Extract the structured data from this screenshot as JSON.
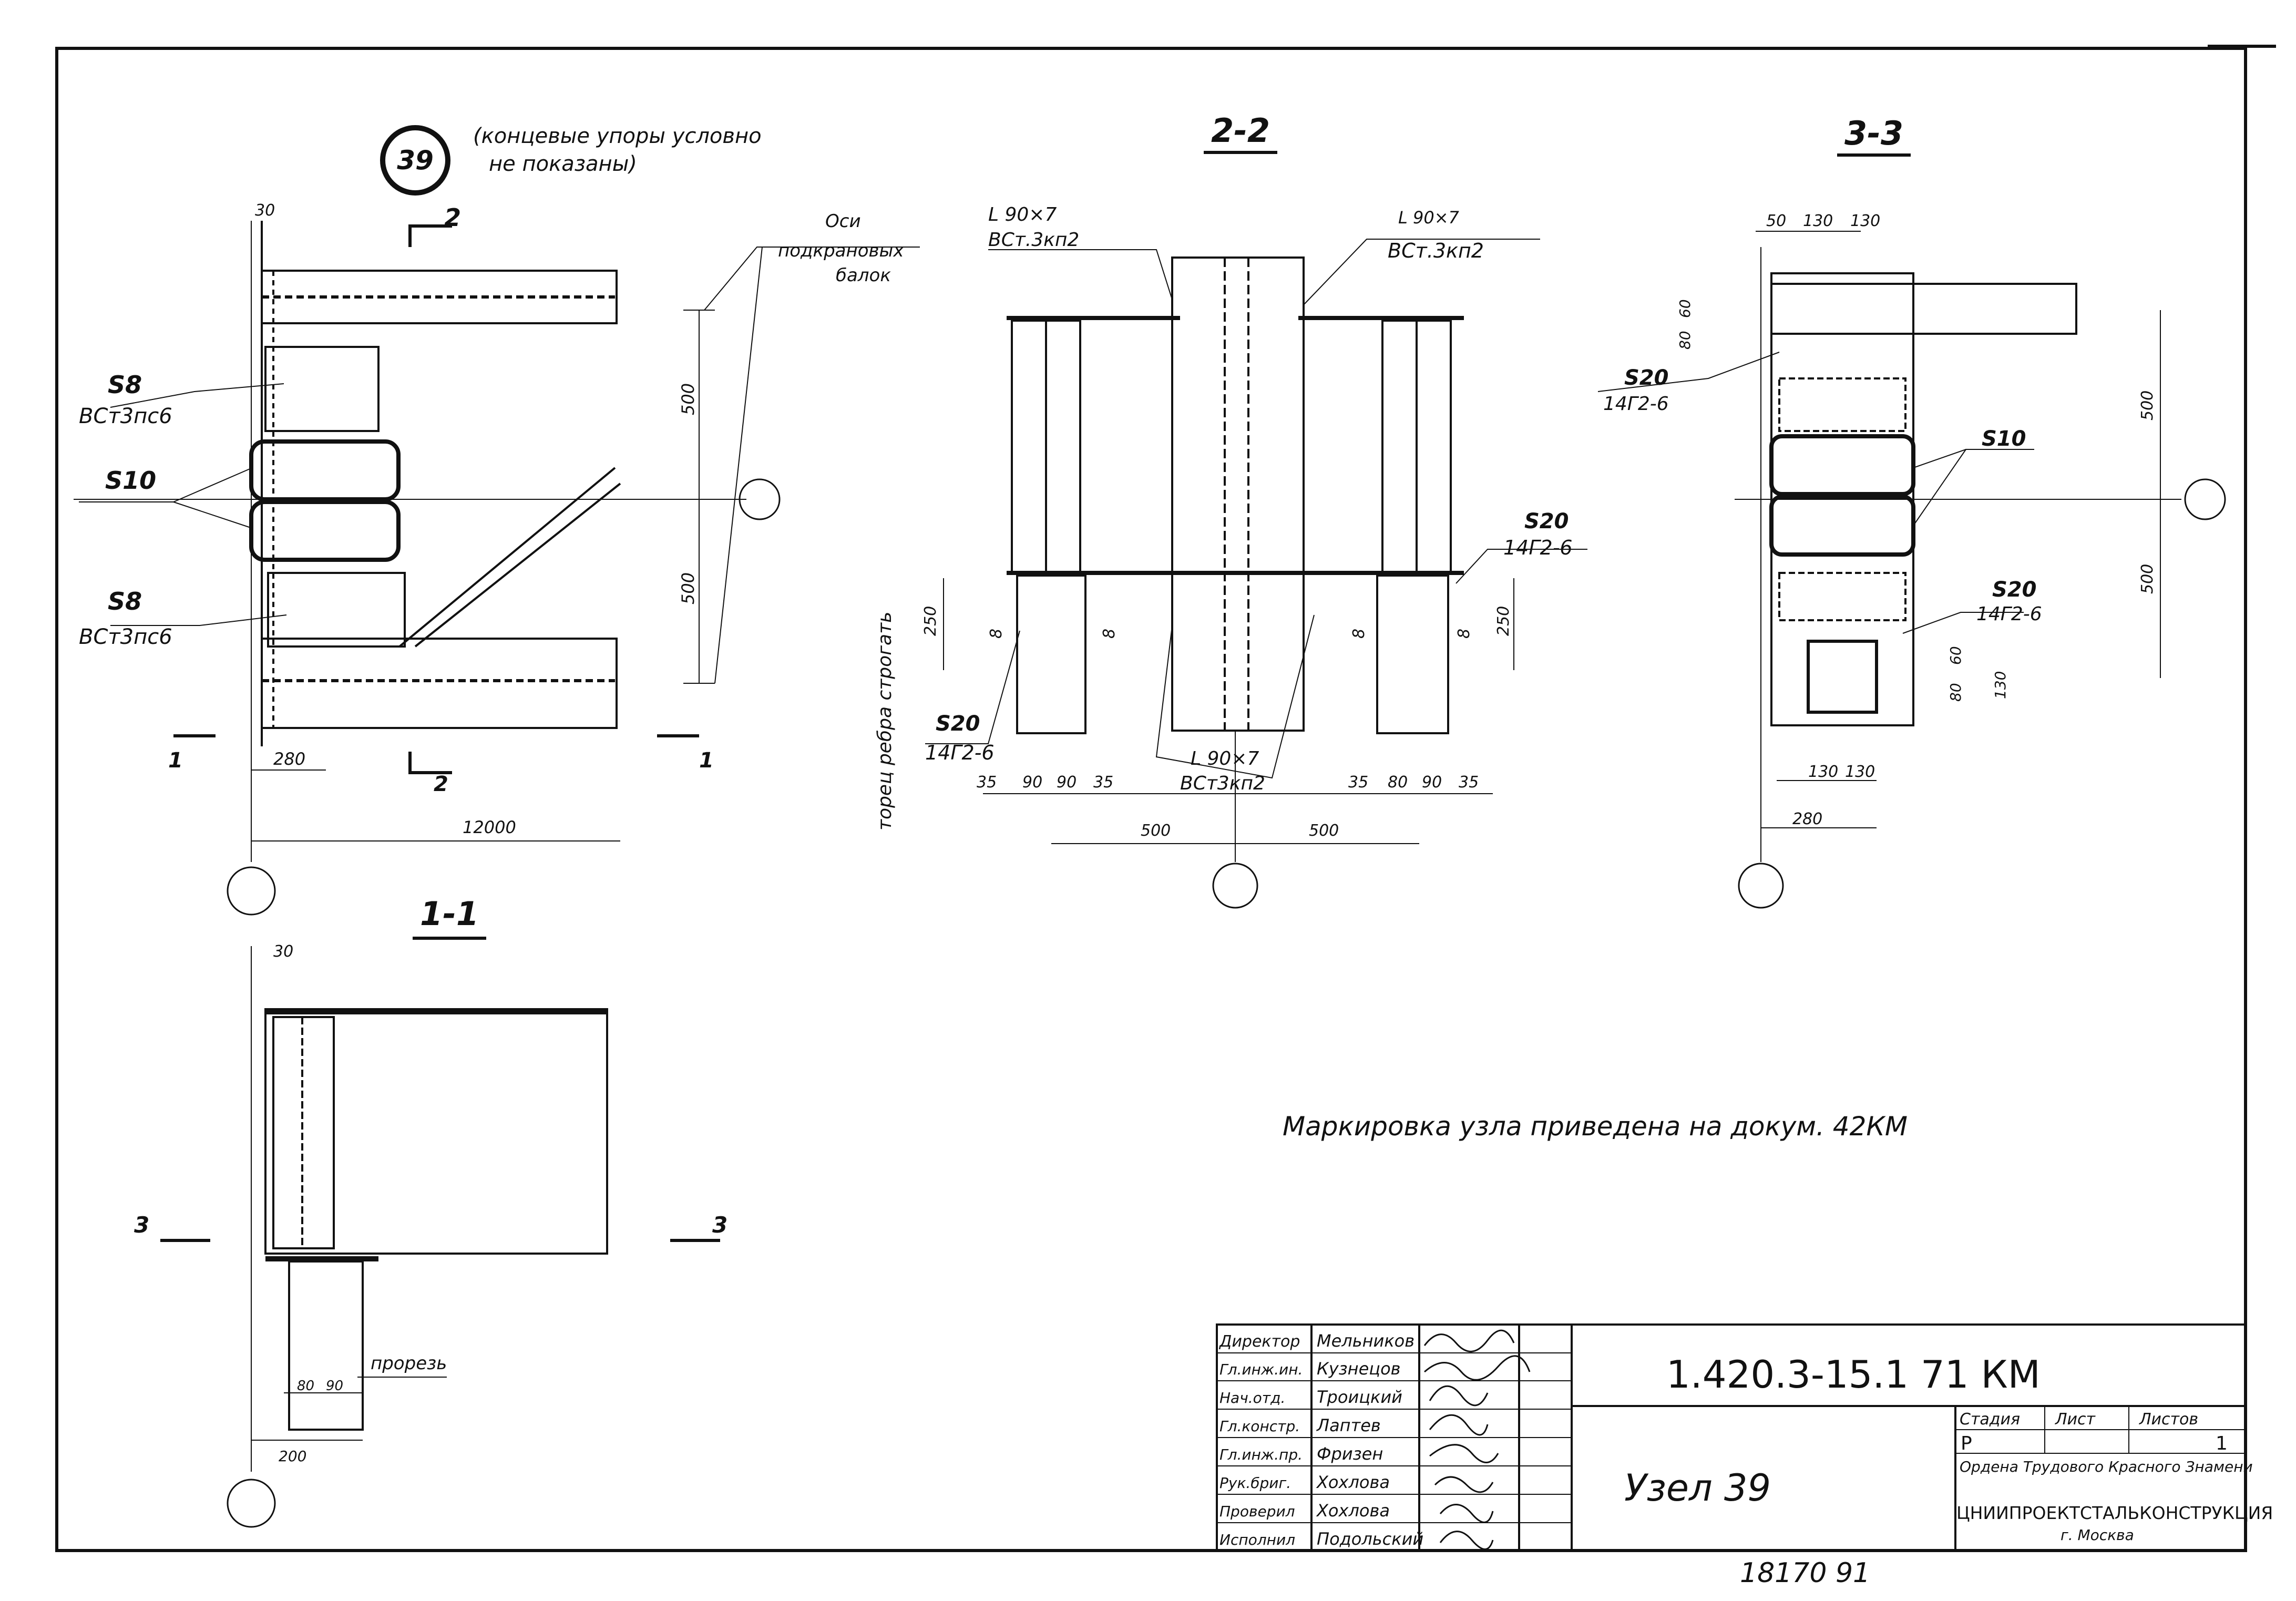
{
  "node": {
    "number": "39",
    "note_line1": "(концевые упоры условно",
    "note_line2": "не показаны)"
  },
  "section_titles": {
    "s22": "2-2",
    "s33": "3-3",
    "s11": "1-1"
  },
  "section_marks": {
    "mark2": "2",
    "mark1": "1",
    "mark3": "3"
  },
  "plan": {
    "dim_30": "30",
    "axes_label_1": "Оси",
    "axes_label_2": "подкрановых",
    "axes_label_3": "балок",
    "s8_top": "S8",
    "s8_top_grade": "ВСт3пс6",
    "s10": "S10",
    "s8_bot": "S8",
    "s8_bot_grade": "ВСт3пс6",
    "dim_500a": "500",
    "dim_500b": "500",
    "dim_280": "280",
    "dim_12000": "12000"
  },
  "section22": {
    "angle_left_1": "L 90×7",
    "angle_left_2": "ВСт.3кп2",
    "angle_right_1": "L 90×7",
    "angle_right_2": "ВСт.3кп2",
    "s20_right": "S20",
    "s20_right_grade": "14Г2-6",
    "s20_left": "S20",
    "s20_left_grade": "14Г2-6",
    "rib_label": "торец ребра строгать",
    "dim_250_left": "250",
    "dim_250_right": "250",
    "dim_8a": "8",
    "dim_8b": "8",
    "dim_8c": "8",
    "dim_8d": "8",
    "angle_bottom_1": "L 90×7",
    "angle_bottom_2": "ВСт3кп2",
    "dim_bottom": [
      "35",
      "90",
      "90",
      "35",
      "35",
      "80",
      "90",
      "35"
    ],
    "dim_500_left": "500",
    "dim_500_right": "500"
  },
  "section33": {
    "dim_top": [
      "50",
      "130",
      "130"
    ],
    "dim_60": "60",
    "dim_80": "80",
    "s20_top": "S20",
    "s20_top_grade": "14Г2-6",
    "s10": "S10",
    "s20_bot": "S20",
    "s20_bot_grade": "14Г2-6",
    "dim_500a": "500",
    "dim_500b": "500",
    "dim_60b": "60",
    "dim_80b": "80",
    "dim_130": "130",
    "dim_bot": [
      "130",
      "130"
    ],
    "dim_280": "280"
  },
  "section11": {
    "dim_30": "30",
    "cut_label": "прорезь",
    "dim_80": "80",
    "dim_90": "90",
    "dim_200": "200"
  },
  "marking_note": "Маркировка узла приведена на докум. 42КМ",
  "title_block": {
    "people": [
      {
        "role": "Директор",
        "name": "Мельников"
      },
      {
        "role": "Гл.инж.ин.",
        "name": "Кузнецов"
      },
      {
        "role": "Нач.отд.",
        "name": "Троицкий"
      },
      {
        "role": "Гл.констр.",
        "name": "Лаптев"
      },
      {
        "role": "Гл.инж.пр.",
        "name": "Фризен"
      },
      {
        "role": "Рук.бриг.",
        "name": "Хохлова"
      },
      {
        "role": "Проверил",
        "name": "Хохлова"
      },
      {
        "role": "Исполнил",
        "name": "Подольский"
      }
    ],
    "doc_code": "1.420.3-15.1 71 КМ",
    "sheet_title": "Узел 39",
    "stage_label": "Стадия",
    "sheet_label": "Лист",
    "sheets_label": "Листов",
    "stage_value": "Р",
    "sheets_value": "1",
    "org_award": "Ордена Трудового Красного Знамени",
    "org_name": "ЦНИИПРОЕКТСТАЛЬКОНСТРУКЦИЯ",
    "org_city": "г. Москва"
  },
  "inventory_number": "18170 91"
}
